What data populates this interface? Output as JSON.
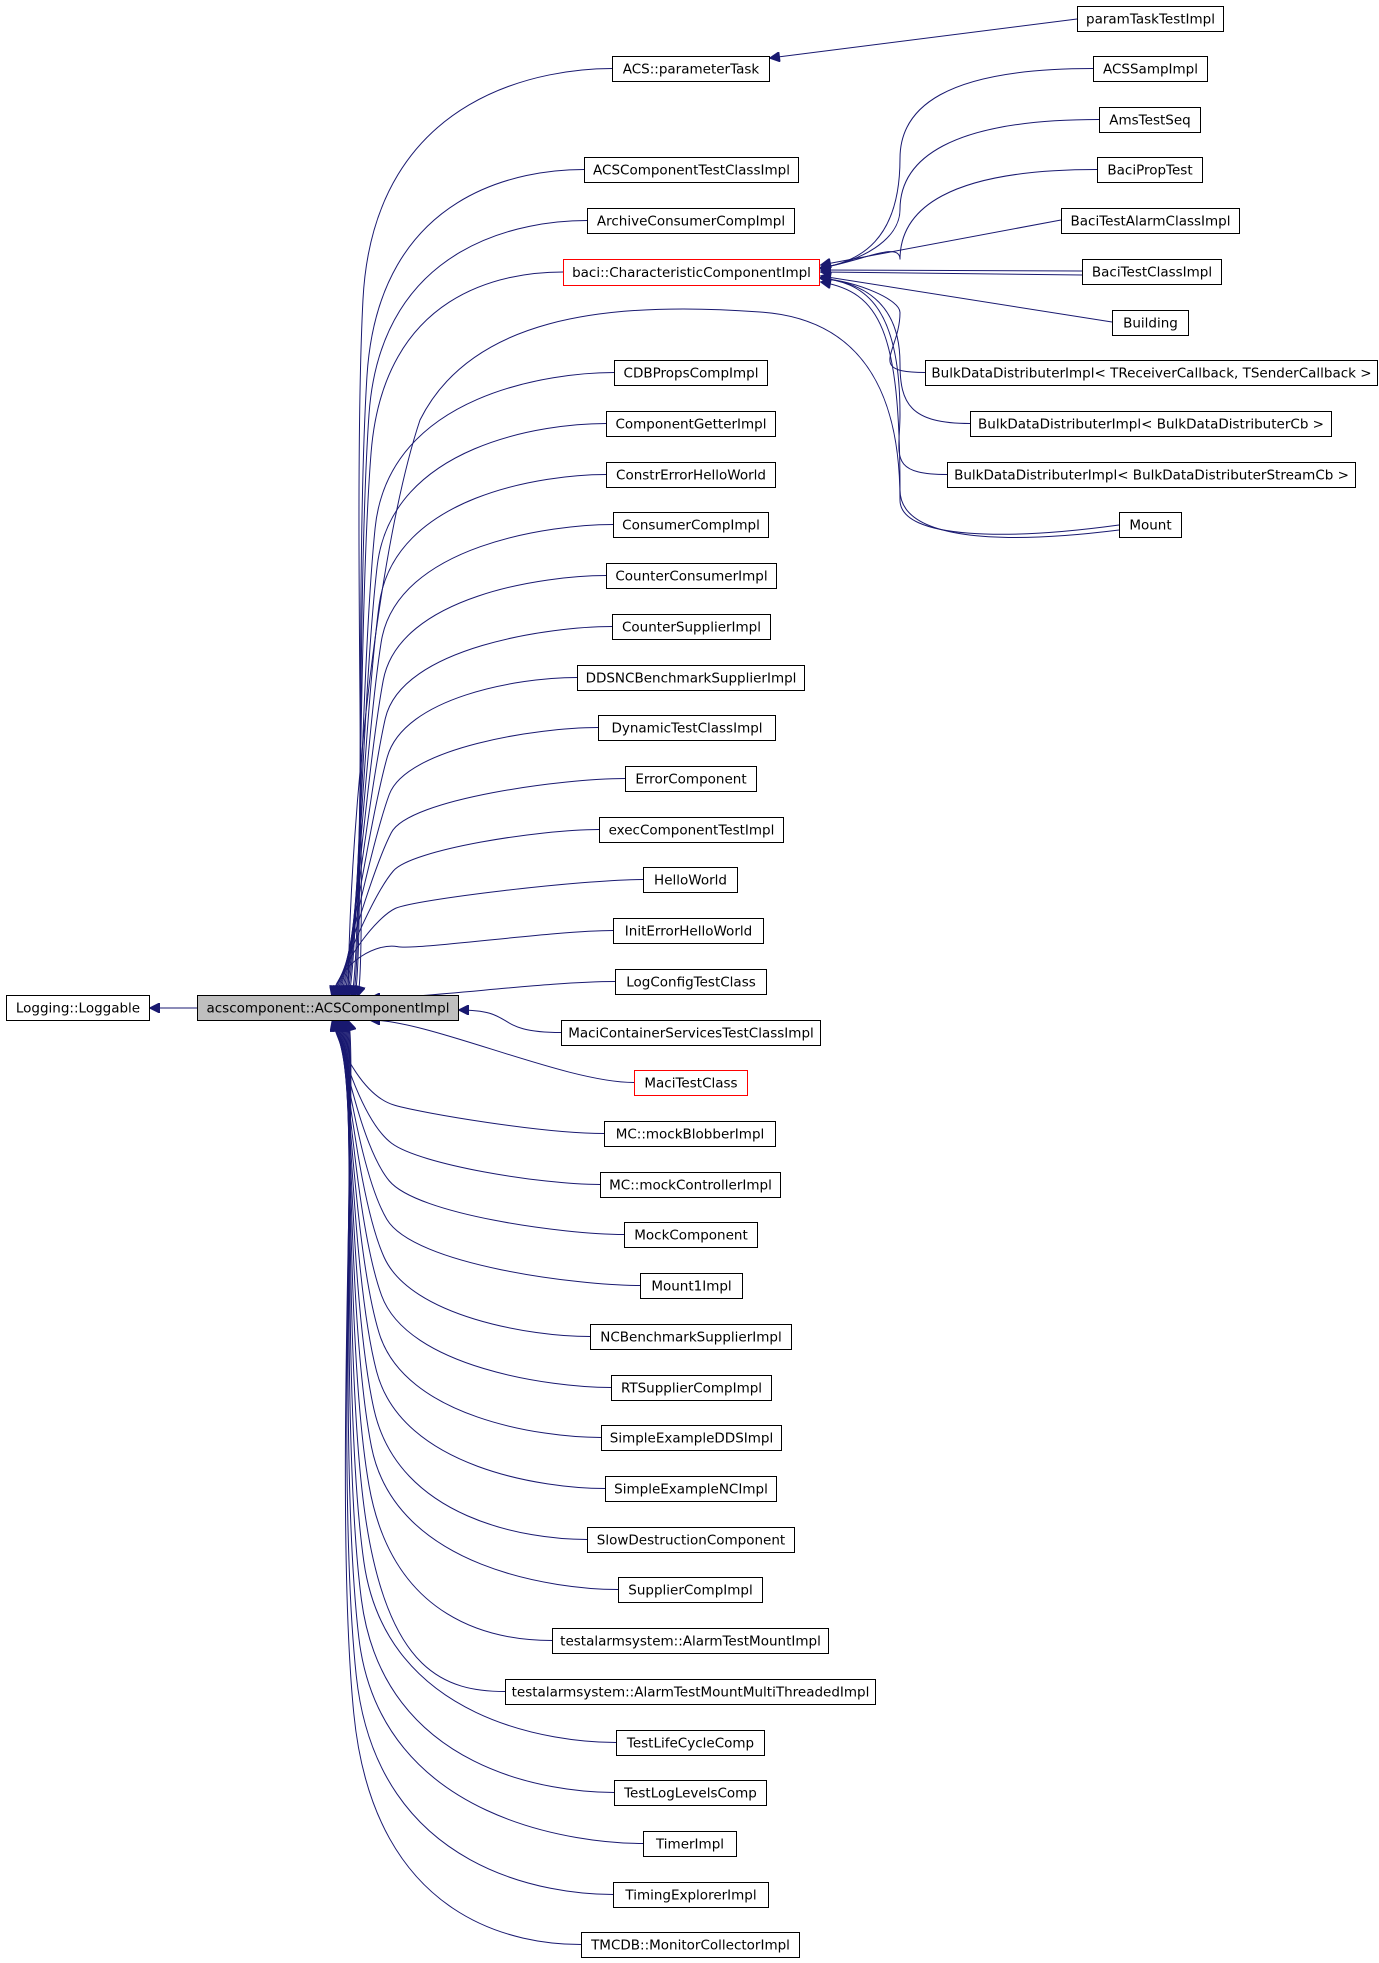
{
  "colors": {
    "edge": "#191970",
    "node_border": "#000000",
    "highlight_border": "#ff0000",
    "focus_fill": "#bfbfbf",
    "background": "#ffffff"
  },
  "nodes": {
    "loggable": "Logging::Loggable",
    "focus": "acscomponent::ACSComponentImpl",
    "paramTask": "ACS::parameterTask",
    "paramTaskTestImpl": "paramTaskTestImpl",
    "acsCompTestClass": "ACSComponentTestClassImpl",
    "archiveConsumer": "ArchiveConsumerCompImpl",
    "baciChar": "baci::CharacteristicComponentImpl",
    "acsSamp": "ACSSampImpl",
    "amsTestSeq": "AmsTestSeq",
    "baciPropTest": "BaciPropTest",
    "baciTestAlarm": "BaciTestAlarmClassImpl",
    "baciTestClass": "BaciTestClassImpl",
    "building": "Building",
    "bulk1": "BulkDataDistributerImpl< TReceiverCallback, TSenderCallback >",
    "bulk2": "BulkDataDistributerImpl< BulkDataDistributerCb >",
    "bulk3": "BulkDataDistributerImpl< BulkDataDistributerStreamCb >",
    "mount": "Mount",
    "cdbProps": "CDBPropsCompImpl",
    "componentGetter": "ComponentGetterImpl",
    "constrError": "ConstrErrorHelloWorld",
    "consumerComp": "ConsumerCompImpl",
    "counterConsumer": "CounterConsumerImpl",
    "counterSupplier": "CounterSupplierImpl",
    "ddsBench": "DDSNCBenchmarkSupplierImpl",
    "dynamicTest": "DynamicTestClassImpl",
    "errorComponent": "ErrorComponent",
    "execComponent": "execComponentTestImpl",
    "helloWorld": "HelloWorld",
    "initError": "InitErrorHelloWorld",
    "logConfig": "LogConfigTestClass",
    "maciContainer": "MaciContainerServicesTestClassImpl",
    "maciTest": "MaciTestClass",
    "mockBlobber": "MC::mockBlobberImpl",
    "mockController": "MC::mockControllerImpl",
    "mockComponent": "MockComponent",
    "mount1": "Mount1Impl",
    "ncBench": "NCBenchmarkSupplierImpl",
    "rtSupplier": "RTSupplierCompImpl",
    "simpleDDS": "SimpleExampleDDSImpl",
    "simpleNC": "SimpleExampleNCImpl",
    "slowDestruction": "SlowDestructionComponent",
    "supplierComp": "SupplierCompImpl",
    "alarmMount": "testalarmsystem::AlarmTestMountImpl",
    "alarmMountMT": "testalarmsystem::AlarmTestMountMultiThreadedImpl",
    "testLifeCycle": "TestLifeCycleComp",
    "testLogLevels": "TestLogLevelsComp",
    "timer": "TimerImpl",
    "timingExplorer": "TimingExplorerImpl",
    "monitorCollector": "TMCDB::MonitorCollectorImpl"
  }
}
